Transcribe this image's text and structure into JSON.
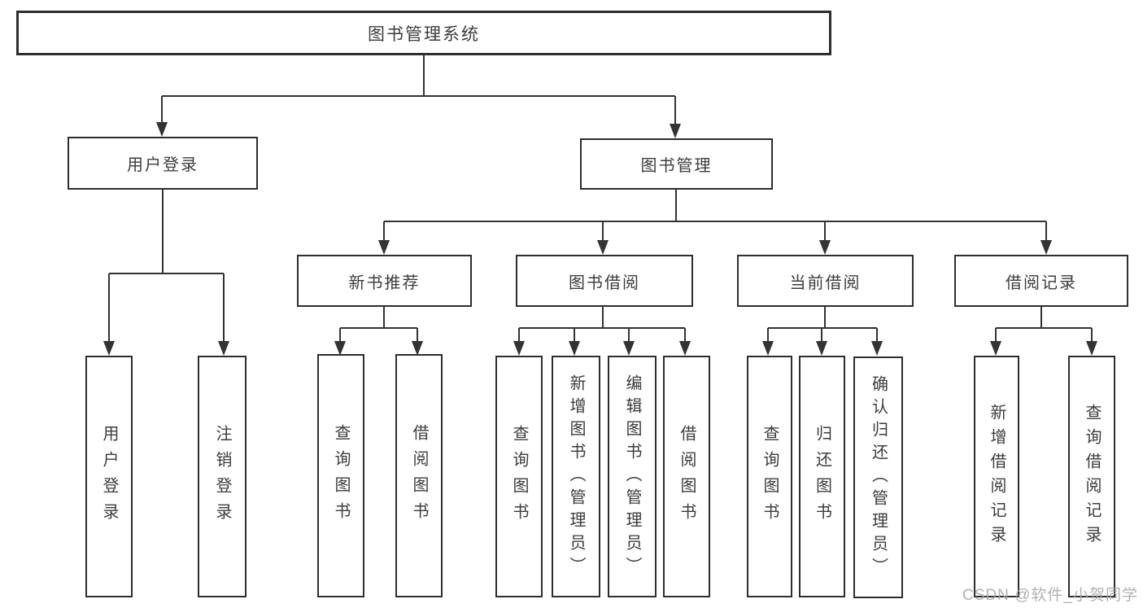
{
  "nodes": {
    "root": {
      "label": "图书管理系统"
    },
    "user_login": {
      "label": "用户登录"
    },
    "book_mgmt": {
      "label": "图书管理"
    },
    "new_book_rec": {
      "label": "新书推荐"
    },
    "book_borrow": {
      "label": "图书借阅"
    },
    "current_borrow": {
      "label": "当前借阅"
    },
    "borrow_records": {
      "label": "借阅记录"
    },
    "leaf_user_login": {
      "label": "用户登录"
    },
    "leaf_logout": {
      "label": "注销登录"
    },
    "leaf_nbr_query": {
      "label": "查询图书"
    },
    "leaf_nbr_borrow": {
      "label": "借阅图书"
    },
    "leaf_bb_query": {
      "label": "查询图书"
    },
    "leaf_bb_add": {
      "label": "新增图书（管理员）"
    },
    "leaf_bb_edit": {
      "label": "编辑图书（管理员）"
    },
    "leaf_bb_borrow": {
      "label": "借阅图书"
    },
    "leaf_cb_query": {
      "label": "查询图书"
    },
    "leaf_cb_return": {
      "label": "归还图书"
    },
    "leaf_cb_confirm": {
      "label": "确认归还（管理员）"
    },
    "leaf_br_add": {
      "label": "新增借阅记录"
    },
    "leaf_br_query": {
      "label": "查询借阅记录"
    }
  },
  "hierarchy": {
    "root": "图书管理系统",
    "children": [
      {
        "label": "用户登录",
        "children": [
          "用户登录",
          "注销登录"
        ]
      },
      {
        "label": "图书管理",
        "children": [
          {
            "label": "新书推荐",
            "children": [
              "查询图书",
              "借阅图书"
            ]
          },
          {
            "label": "图书借阅",
            "children": [
              "查询图书",
              "新增图书（管理员）",
              "编辑图书（管理员）",
              "借阅图书"
            ]
          },
          {
            "label": "当前借阅",
            "children": [
              "查询图书",
              "归还图书",
              "确认归还（管理员）"
            ]
          },
          {
            "label": "借阅记录",
            "children": [
              "新增借阅记录",
              "查询借阅记录"
            ]
          }
        ]
      }
    ]
  },
  "watermark": {
    "text": "CSDN @软件_小贺同学"
  },
  "colors": {
    "line": "#333333",
    "box_border": "#2e2e2e",
    "text": "#3c3c3c",
    "watermark": "#a8a8ac",
    "background": "#ffffff"
  }
}
